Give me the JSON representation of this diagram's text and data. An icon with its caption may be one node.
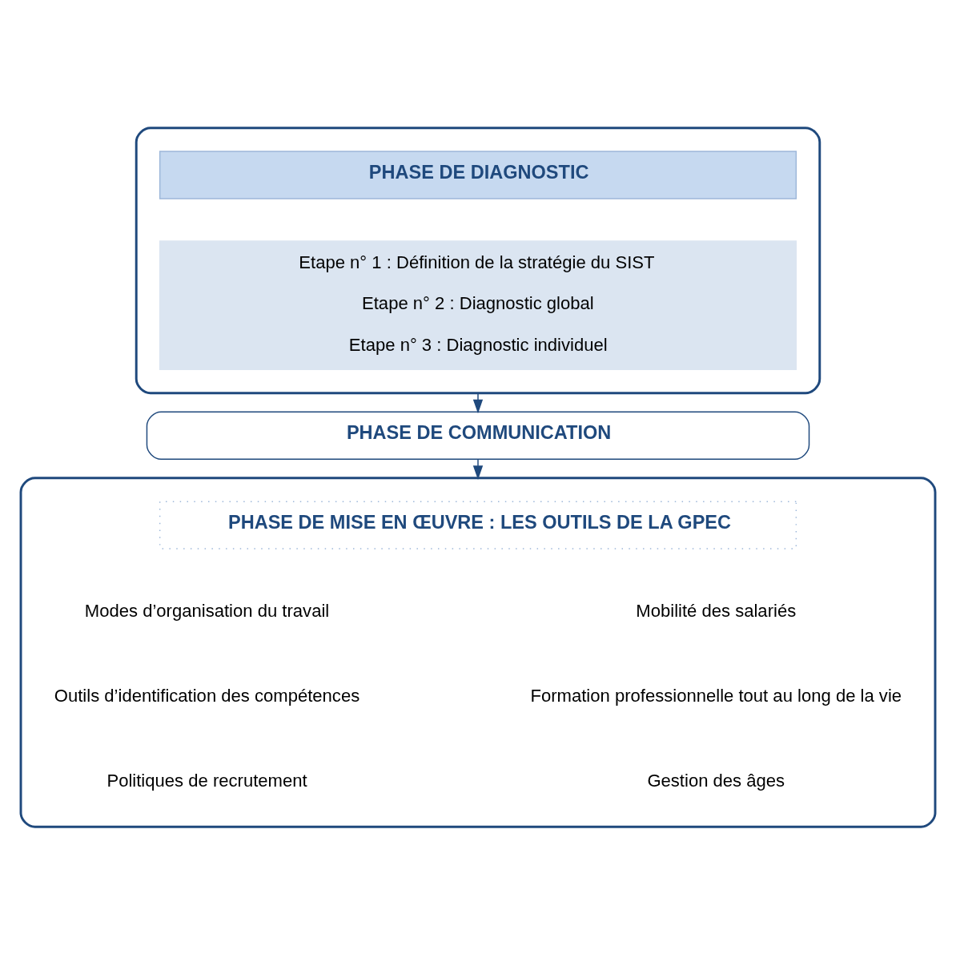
{
  "diagram": {
    "nodes": [
      {
        "text": [],
        "shape": "box"
      },
      {
        "text": [
          "PHASE DE DIAGNOSTIC"
        ],
        "in": 0
      },
      {
        "text": [
          "Etape n° 1 : Définition de la stratégie du SIST",
          "Etape n° 2 : Diagnostic global",
          "Etape n° 3 : Diagnostic individuel"
        ],
        "in": 0
      },
      {
        "text": [
          "PHASE DE COMMUNICATION"
        ]
      },
      {
        "text": [],
        "shape": "box"
      },
      {
        "text": [
          "PHASE DE MISE EN ŒUVRE : LES OUTILS DE LA GPEC"
        ],
        "in": 4
      }
    ],
    "edges": [
      {
        "from": 0,
        "to": 3,
        "arrow": "to"
      },
      {
        "from": 3,
        "to": 4,
        "arrow": "to"
      }
    ],
    "labels": [
      "Modes d’organisation du travail",
      "Mobilité des salariés",
      "Outils d’identification des compétences",
      "Formation professionnelle tout au long de la vie",
      "Politiques de recrutement",
      "Gestion des âges"
    ]
  }
}
